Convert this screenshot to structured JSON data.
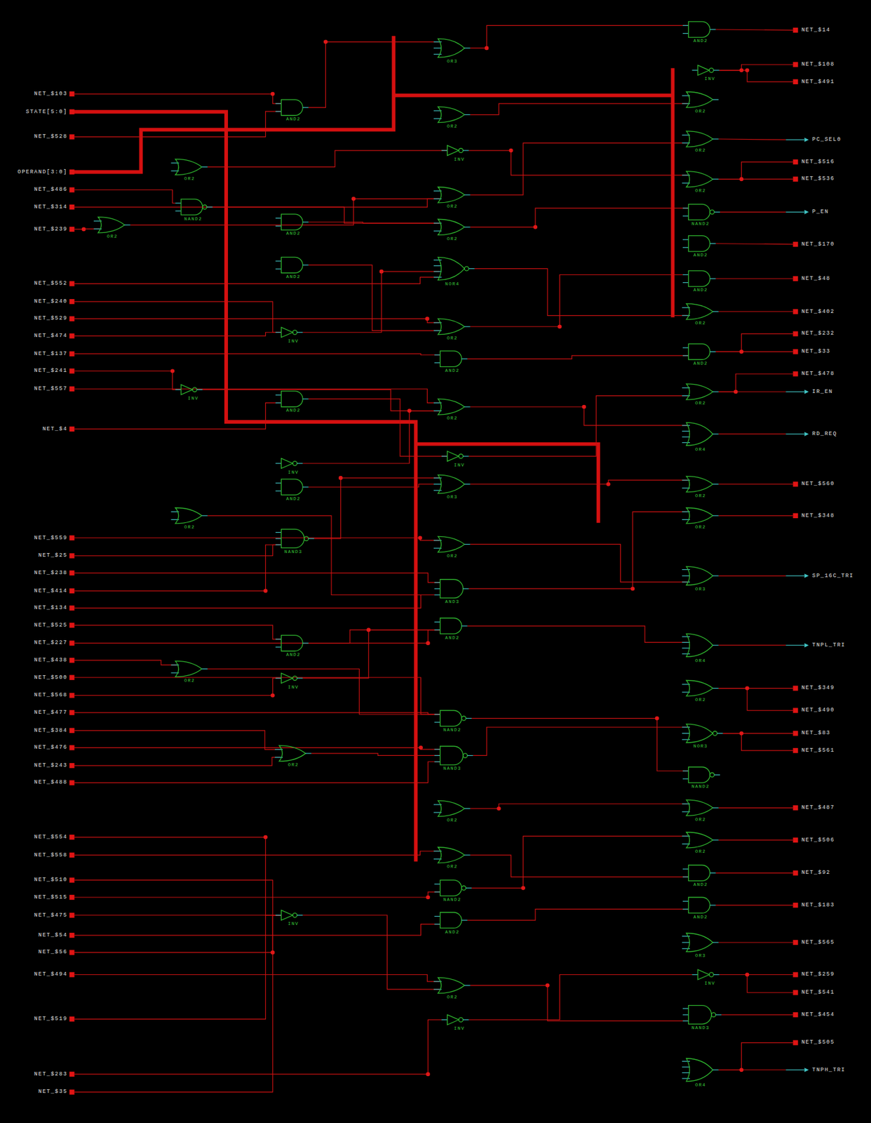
{
  "diagram": {
    "labels": [
      "NET_$103",
      "STATE[5:0]",
      "NET_$528",
      "OPERAND[3:0]",
      "NET_$486",
      "NET_$314",
      "NET_$239",
      "NET_$552",
      "NET_$240",
      "NET_$529",
      "NET_$474",
      "NET_$137",
      "NET_$241",
      "NET_$557",
      "NET_$4",
      "NET_$559",
      "NET_$25",
      "NET_$238",
      "NET_$414",
      "NET_$134",
      "NET_$525",
      "NET_$227",
      "NET_$438",
      "NET_$500",
      "NET_$568",
      "NET_$477",
      "NET_$384",
      "NET_$476",
      "NET_$243",
      "NET_$488",
      "NET_$554",
      "NET_$558",
      "NET_$510",
      "NET_$515",
      "NET_$475",
      "NET_$54",
      "NET_$56",
      "NET_$494",
      "NET_$519",
      "NET_$283",
      "NET_$35",
      "AND2",
      "OR2",
      "NAND2",
      "OR2",
      "AND2",
      "AND2",
      "INV",
      "INV",
      "AND2",
      "INV",
      "AND2",
      "OR2",
      "NAND3",
      "AND2",
      "OR2",
      "INV",
      "OR2",
      "INV",
      "OR3",
      "OR2",
      "INV",
      "OR2",
      "OR2",
      "NOR4",
      "OR2",
      "AND2",
      "OR2",
      "INV",
      "OR3",
      "OR2",
      "AND3",
      "AND2",
      "NAND2",
      "NAND3",
      "OR2",
      "OR2",
      "NAND2",
      "AND2",
      "OR2",
      "INV",
      "AND2",
      "INV",
      "OR2",
      "OR2",
      "OR2",
      "NAND2",
      "AND2",
      "AND2",
      "OR2",
      "AND2",
      "OR2",
      "OR4",
      "OR2",
      "OR2",
      "OR3",
      "OR4",
      "OR2",
      "NOR3",
      "NAND2",
      "OR2",
      "OR2",
      "AND2",
      "AND2",
      "OR3",
      "INV",
      "NAND3",
      "OR4",
      "NET_$14",
      "NET_$108",
      "NET_$491",
      "PC_SEL0",
      "NET_$516",
      "NET_$536",
      "P_EN",
      "NET_$170",
      "NET_$48",
      "NET_$402",
      "NET_$232",
      "NET_$33",
      "NET_$478",
      "IR_EN",
      "RD_REQ",
      "NET_$560",
      "NET_$348",
      "SP_16C_TRI",
      "TNPL_TRI",
      "NET_$349",
      "NET_$490",
      "NET_$83",
      "NET_$561",
      "NET_$487",
      "NET_$506",
      "NET_$92",
      "NET_$183",
      "NET_$565",
      "NET_$259",
      "NET_$541",
      "NET_$454",
      "NET_$505",
      "TNPH_TRI"
    ]
  }
}
